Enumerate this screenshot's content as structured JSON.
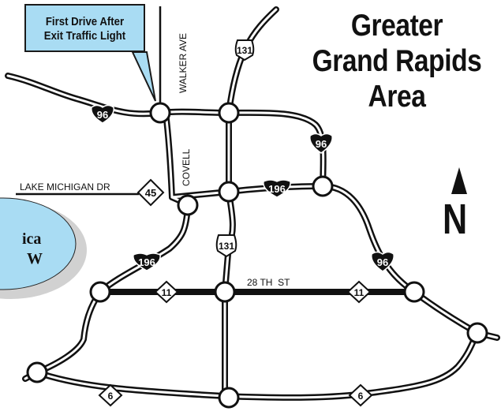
{
  "title": {
    "line1": "Greater",
    "line2": "Grand Rapids",
    "line3": "Area"
  },
  "callout": {
    "line1": "First Drive After",
    "line2": "Exit Traffic Light"
  },
  "north_label": "N",
  "location_badge": {
    "line1": "ica",
    "line2": "W"
  },
  "streets": {
    "walker_ave": "WALKER AVE",
    "covell": "COVELL",
    "lake_michigan_dr": "LAKE MICHIGAN DR",
    "twenty_eighth_st": "28 TH  ST"
  },
  "shields": {
    "i96_west": "96",
    "us131_north": "131",
    "i96_east_upper": "96",
    "m45": "45",
    "i196_east": "196",
    "i196_west": "196",
    "us131_south": "131",
    "i96_east_lower": "96",
    "m11_west": "11",
    "m11_east": "11",
    "m6_west": "6",
    "m6_east": "6"
  },
  "colors": {
    "callout_fill": "#a9dcf3",
    "badge_fill": "#a9dcf3",
    "road": "#111111",
    "shield_fill": "#111111"
  }
}
